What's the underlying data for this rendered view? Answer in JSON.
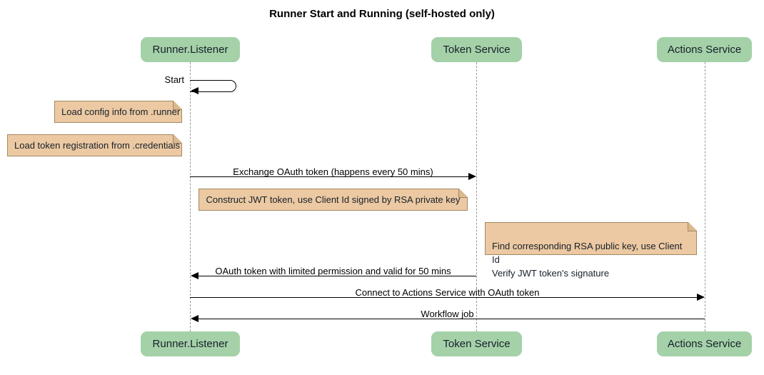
{
  "diagram": {
    "title": "Runner Start and Running (self-hosted only)",
    "participants": [
      {
        "name": "Runner.Listener"
      },
      {
        "name": "Token Service"
      },
      {
        "name": "Actions Service"
      }
    ],
    "messages": [
      {
        "label": "Start",
        "from": "Runner.Listener",
        "to": "Runner.Listener",
        "type": "self"
      },
      {
        "label": "Exchange OAuth token (happens every 50 mins)",
        "from": "Runner.Listener",
        "to": "Token Service",
        "type": "solid-arrow"
      },
      {
        "label": "OAuth token with limited permission and valid for 50 mins",
        "from": "Token Service",
        "to": "Runner.Listener",
        "type": "solid-arrow"
      },
      {
        "label": "Connect to Actions Service with OAuth token",
        "from": "Runner.Listener",
        "to": "Actions Service",
        "type": "solid-arrow"
      },
      {
        "label": "Workflow job",
        "from": "Actions Service",
        "to": "Runner.Listener",
        "type": "solid-arrow"
      }
    ],
    "notes": [
      {
        "text": "Load config info from .runner",
        "anchor": "Runner.Listener"
      },
      {
        "text": "Load token registration from .credentials",
        "anchor": "Runner.Listener"
      },
      {
        "text": "Construct JWT token, use Client Id signed by RSA private key",
        "anchor": "Token Service"
      },
      {
        "text": "Find corresponding RSA public key, use Client Id\nVerify JWT token's signature",
        "anchor": "Actions Service"
      }
    ],
    "colors": {
      "participant_fill": "#a4d1a8",
      "note_fill": "#ecc9a2",
      "note_border": "#a08a66",
      "lifeline": "#9a9a9a",
      "message": "#000000",
      "background": "#ffffff"
    }
  }
}
